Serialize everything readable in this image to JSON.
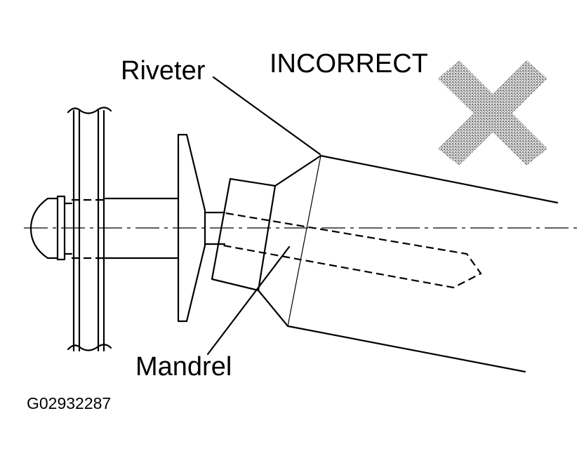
{
  "labels": {
    "riveter": "Riveter",
    "incorrect": "INCORRECT",
    "mandrel": "Mandrel",
    "figure_id": "G02932287"
  },
  "colors": {
    "ink": "#000000",
    "background": "#ffffff",
    "cross_stipple": "#9a9a9a"
  },
  "icons": {
    "incorrect_mark": "x-cross-icon"
  }
}
